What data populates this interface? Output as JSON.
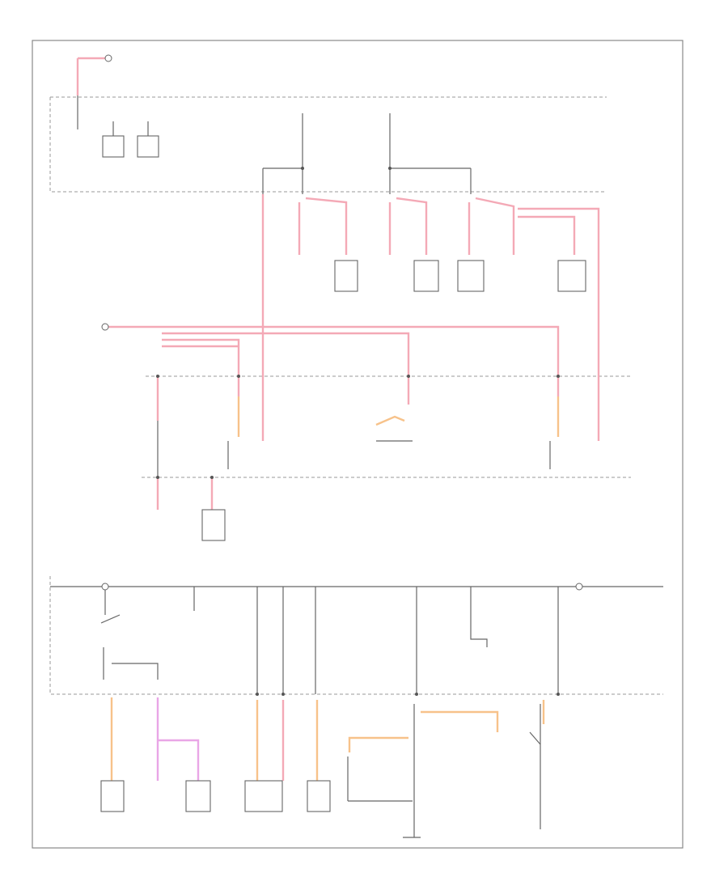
{
  "diagram": {
    "footer_code": "",
    "blocks": [
      {
        "id": "b1"
      },
      {
        "id": "b2"
      },
      {
        "id": "b3"
      },
      {
        "id": "b4"
      },
      {
        "id": "b5"
      },
      {
        "id": "b6"
      },
      {
        "id": "b7"
      },
      {
        "id": "b8"
      },
      {
        "id": "b9"
      },
      {
        "id": "b10"
      },
      {
        "id": "b11"
      },
      {
        "id": "b12"
      },
      {
        "id": "b13"
      },
      {
        "id": "b14"
      },
      {
        "id": "b15"
      },
      {
        "id": "b16"
      },
      {
        "id": "b17"
      },
      {
        "id": "b18"
      },
      {
        "id": "b19"
      },
      {
        "id": "b20"
      }
    ]
  }
}
